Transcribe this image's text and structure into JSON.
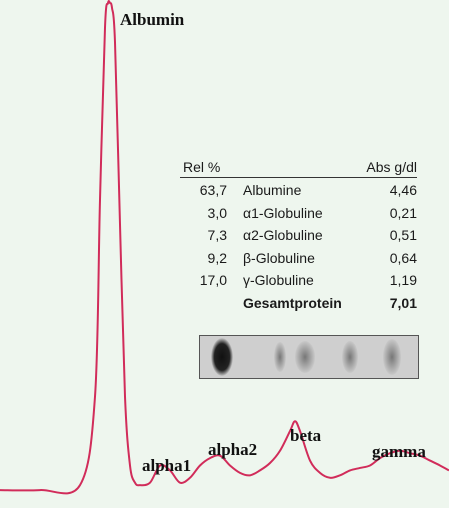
{
  "chart_data": {
    "type": "line",
    "peak_labels": [
      "Albumin",
      "alpha1",
      "alpha2",
      "beta",
      "gamma"
    ],
    "trace_color": "#d12c5a",
    "x": [
      0,
      40,
      80,
      95,
      100,
      105,
      108,
      110,
      112,
      115,
      120,
      125,
      130,
      135,
      140,
      150,
      160,
      170,
      180,
      190,
      200,
      210,
      220,
      230,
      240,
      250,
      260,
      270,
      280,
      290,
      295,
      300,
      310,
      320,
      330,
      340,
      350,
      360,
      370,
      380,
      390,
      400,
      410,
      420,
      430,
      440,
      449
    ],
    "y": [
      1,
      1,
      2,
      20,
      60,
      95,
      100,
      100,
      99,
      92,
      55,
      20,
      6,
      2.5,
      2.0,
      2.5,
      6,
      5,
      2.5,
      3.5,
      6,
      7.5,
      8,
      6,
      4.5,
      4,
      5,
      6.5,
      9,
      13,
      15,
      13,
      7,
      4.5,
      3.5,
      4,
      5,
      5.5,
      6,
      7.5,
      8.5,
      9,
      8.5,
      8,
      7,
      6,
      5
    ],
    "ylim": [
      0,
      100
    ],
    "table": {
      "headers": [
        "Rel %",
        "Abs g/dl"
      ],
      "rows": [
        {
          "rel": "63,7",
          "name": "Albumine",
          "abs": "4,46",
          "bold": false
        },
        {
          "rel": "3,0",
          "name": "α1-Globuline",
          "abs": "0,21",
          "bold": false
        },
        {
          "rel": "7,3",
          "name": "α2-Globuline",
          "abs": "0,51",
          "bold": false
        },
        {
          "rel": "9,2",
          "name": "β-Globuline",
          "abs": "0,64",
          "bold": false
        },
        {
          "rel": "17,0",
          "name": "γ-Globuline",
          "abs": "1,19",
          "bold": false
        },
        {
          "rel": "",
          "name": "Gesamtprotein",
          "abs": "7,01",
          "bold": true
        }
      ]
    }
  }
}
